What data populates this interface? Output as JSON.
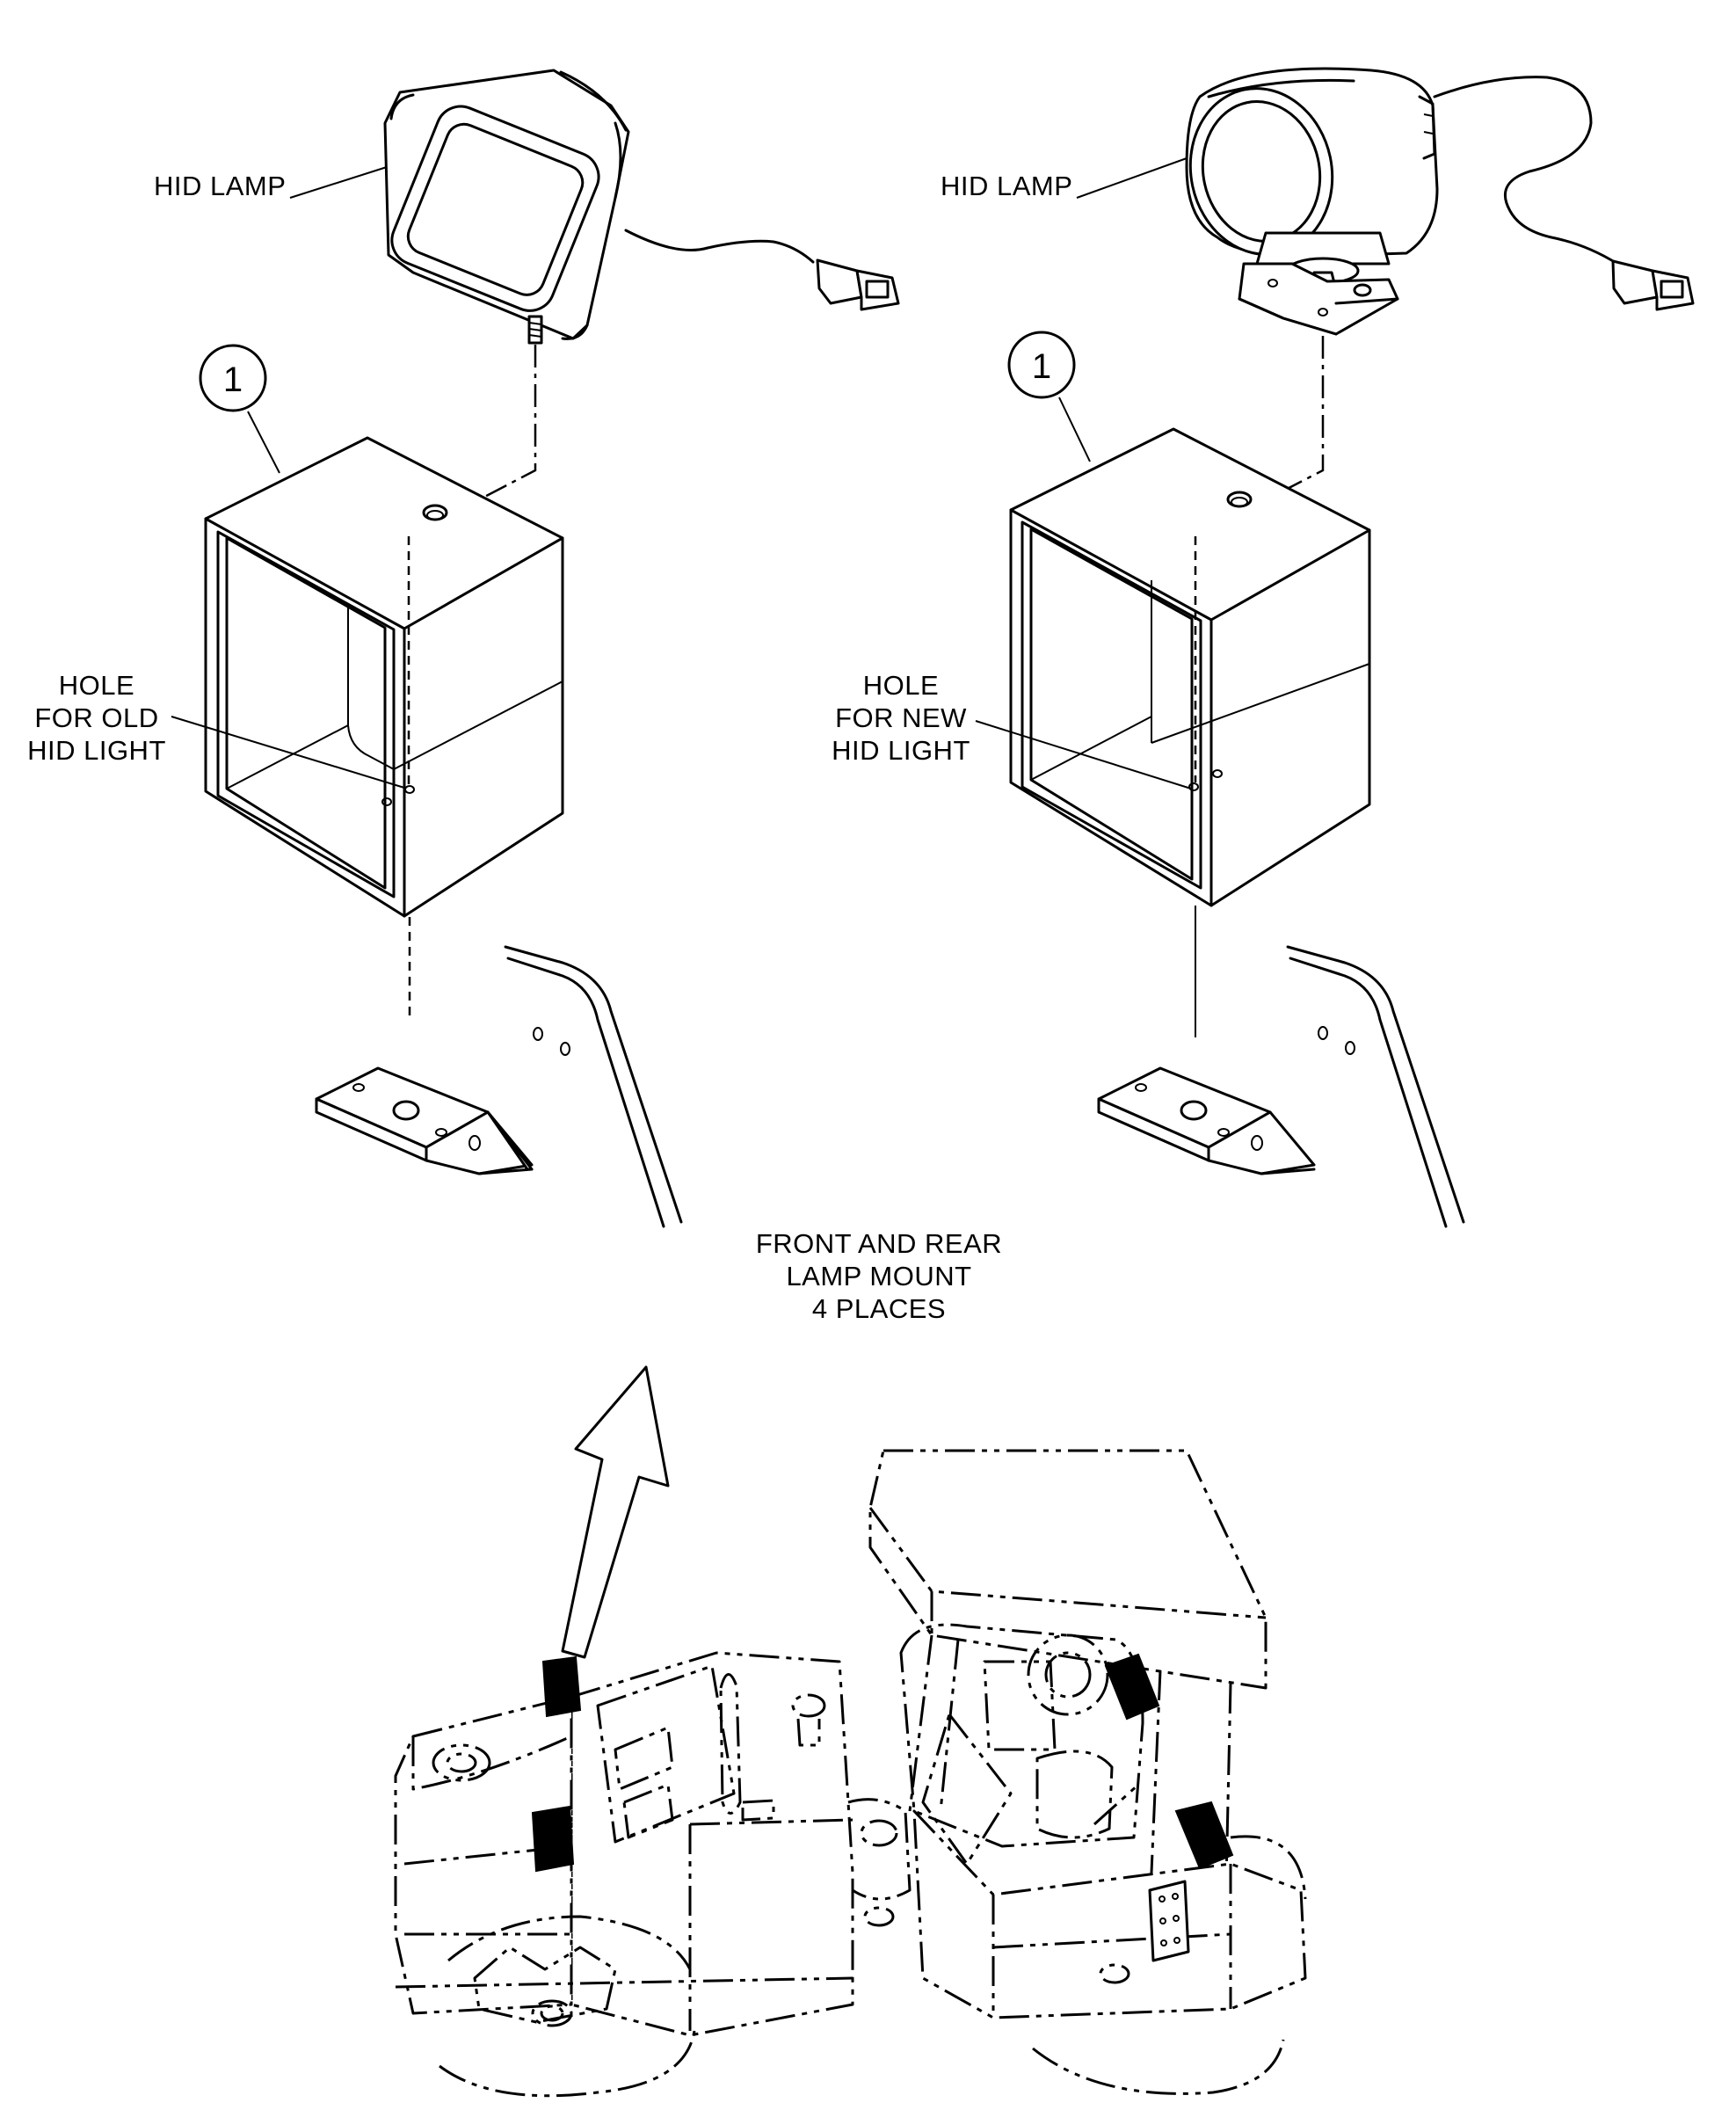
{
  "labels": {
    "left_lamp": "HID LAMP",
    "right_lamp": "HID LAMP",
    "callout_left": "1",
    "callout_right": "1",
    "left_hole": [
      "HOLE",
      "FOR OLD",
      "HID LIGHT"
    ],
    "right_hole": [
      "HOLE",
      "FOR NEW",
      "HID LIGHT"
    ],
    "mount_note": [
      "FRONT AND REAR",
      "LAMP MOUNT",
      "4 PLACES"
    ]
  }
}
